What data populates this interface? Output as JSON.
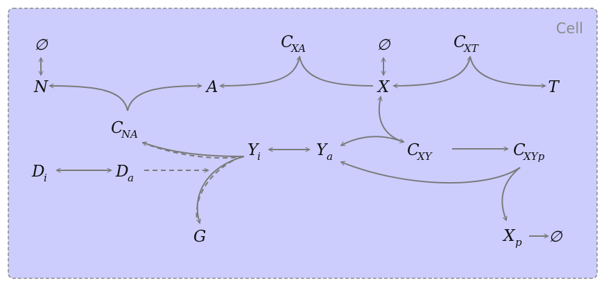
{
  "diagram": {
    "container_label": "Cell",
    "colors": {
      "background": "#cccdfd",
      "border": "#8a8a8a",
      "edge": "#7a7a7a",
      "label": "#8c8c8c",
      "text": "#111111"
    },
    "nodes": {
      "empty1": {
        "main": "∅",
        "sub": ""
      },
      "N": {
        "main": "N",
        "sub": ""
      },
      "A": {
        "main": "A",
        "sub": ""
      },
      "CXA": {
        "main": "C",
        "sub": "XA"
      },
      "empty2": {
        "main": "∅",
        "sub": ""
      },
      "X": {
        "main": "X",
        "sub": ""
      },
      "CXT": {
        "main": "C",
        "sub": "XT"
      },
      "T": {
        "main": "T",
        "sub": ""
      },
      "CNA": {
        "main": "C",
        "sub": "NA"
      },
      "Yi": {
        "main": "Y",
        "sub": "i"
      },
      "Ya": {
        "main": "Y",
        "sub": "a"
      },
      "CXY": {
        "main": "C",
        "sub": "XY"
      },
      "CXYp": {
        "main": "C",
        "sub": "XYp"
      },
      "Di": {
        "main": "D",
        "sub": "i"
      },
      "Da": {
        "main": "D",
        "sub": "a"
      },
      "G": {
        "main": "G",
        "sub": ""
      },
      "Xp": {
        "main": "X",
        "sub": "p"
      },
      "empty3": {
        "main": "∅",
        "sub": ""
      }
    }
  }
}
